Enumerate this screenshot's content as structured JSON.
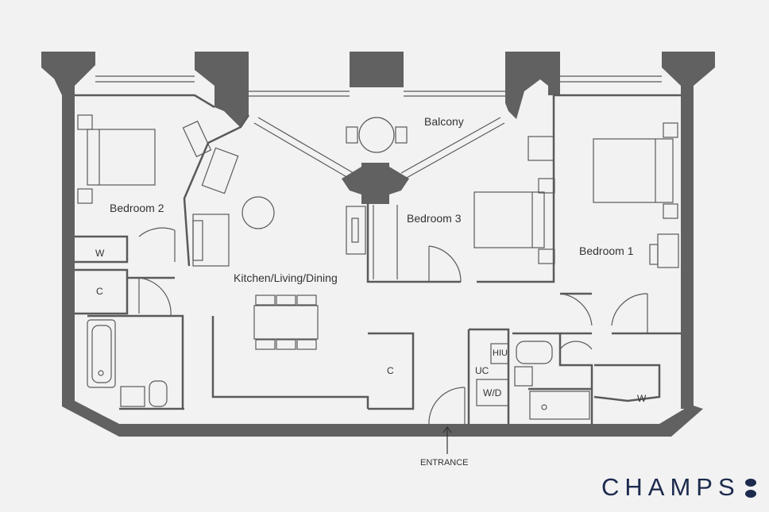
{
  "rooms": {
    "balcony": "Balcony",
    "bedroom2": "Bedroom 2",
    "bedroom3": "Bedroom 3",
    "bedroom1": "Bedroom 1",
    "kitchen": "Kitchen/Living/Dining",
    "wardrobe_left": "W",
    "cupboard_left": "C",
    "cupboard_mid": "C",
    "uc": "UC",
    "hiu": "HIU",
    "wd": "W/D",
    "wardrobe_right": "W"
  },
  "entrance_label": "ENTRANCE",
  "brand": {
    "name": "CHAMPS",
    "color": "#1c2a4d"
  },
  "colors": {
    "wall": "#616161",
    "background": "#f2f2f2",
    "line": "#5a5a5a"
  }
}
